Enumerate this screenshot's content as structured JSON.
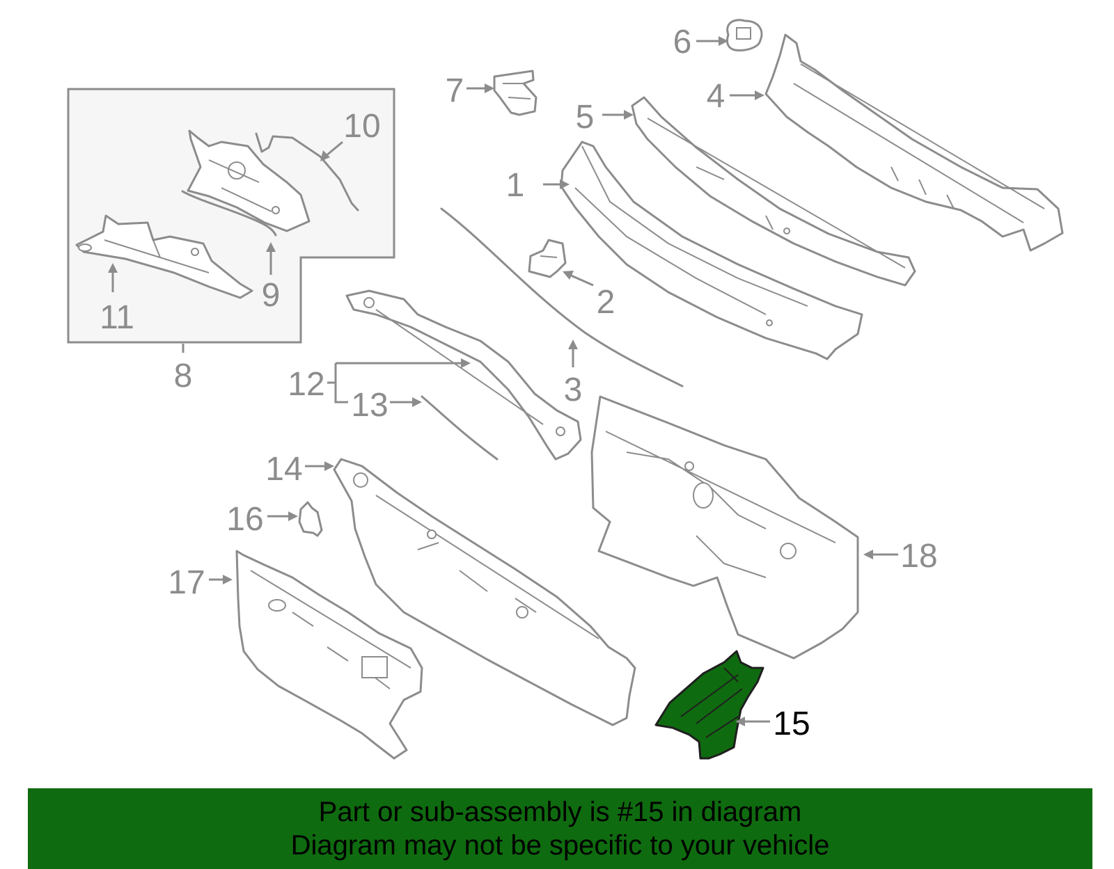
{
  "colors": {
    "line": "#8c8c8c",
    "highlight_fill": "#0f6b0f",
    "banner_fill": "#0f6b0f",
    "inset_fill": "#f6f6f6"
  },
  "highlighted_part": "15",
  "callouts": {
    "c1": "1",
    "c2": "2",
    "c3": "3",
    "c4": "4",
    "c5": "5",
    "c6": "6",
    "c7": "7",
    "c8": "8",
    "c9": "9",
    "c10": "10",
    "c11": "11",
    "c12": "12",
    "c13": "13",
    "c14": "14",
    "c15": "15",
    "c16": "16",
    "c17": "17",
    "c18": "18"
  },
  "banner": {
    "line1": "Part or sub-assembly is #15 in diagram",
    "line2": "Diagram may not be specific to your vehicle"
  }
}
